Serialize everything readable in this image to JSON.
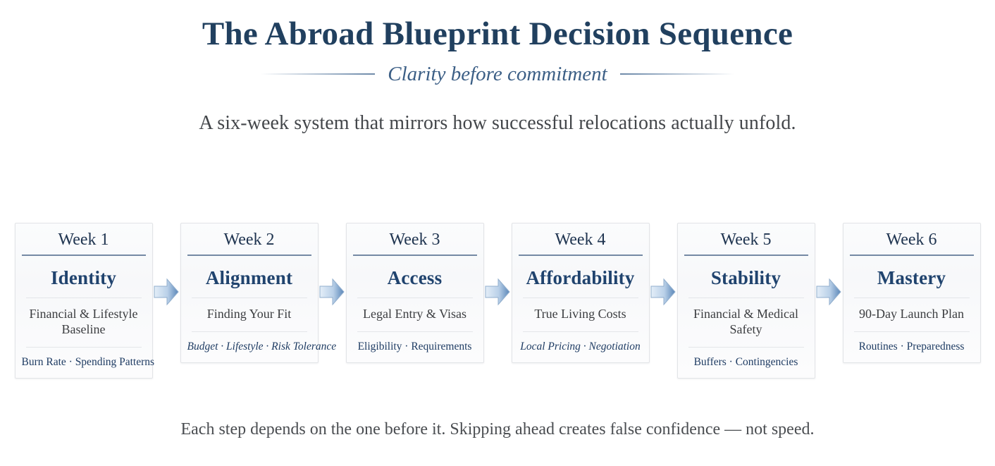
{
  "header": {
    "title": "The Abroad Blueprint Decision Sequence",
    "tagline": "Clarity before commitment",
    "subtitle": "A six-week system that mirrors how successful relocations actually unfold."
  },
  "colors": {
    "title_navy": "#21405f",
    "card_title_navy": "#20436e",
    "tagline_blue": "#3c5f86",
    "rule_slate": "#5c7392",
    "tag_navy": "#1f3c63",
    "body_gray": "#43464a",
    "background": "#ffffff",
    "arrow_light": "#dce8f5",
    "arrow_dark": "#5a86b8"
  },
  "sequence": {
    "connector_icon": "arrow-right-icon",
    "steps": [
      {
        "week": "Week 1",
        "title": "Identity",
        "desc": "Financial & Lifestyle Baseline",
        "tags": "Burn Rate · Spending Patterns"
      },
      {
        "week": "Week 2",
        "title": "Alignment",
        "desc": "Finding Your Fit",
        "tags": "Budget · Lifestyle · Risk Tolerance"
      },
      {
        "week": "Week 3",
        "title": "Access",
        "desc": "Legal Entry & Visas",
        "tags": "Eligibility · Requirements"
      },
      {
        "week": "Week 4",
        "title": "Affordability",
        "desc": "True Living Costs",
        "tags": "Local Pricing · Negotiation"
      },
      {
        "week": "Week 5",
        "title": "Stability",
        "desc": "Financial & Medical Safety",
        "tags": "Buffers · Contingencies"
      },
      {
        "week": "Week 6",
        "title": "Mastery",
        "desc": "90-Day Launch Plan",
        "tags": "Routines · Preparedness"
      }
    ]
  },
  "footer": {
    "note": "Each step depends on the one before it. Skipping ahead creates false confidence — not speed."
  }
}
